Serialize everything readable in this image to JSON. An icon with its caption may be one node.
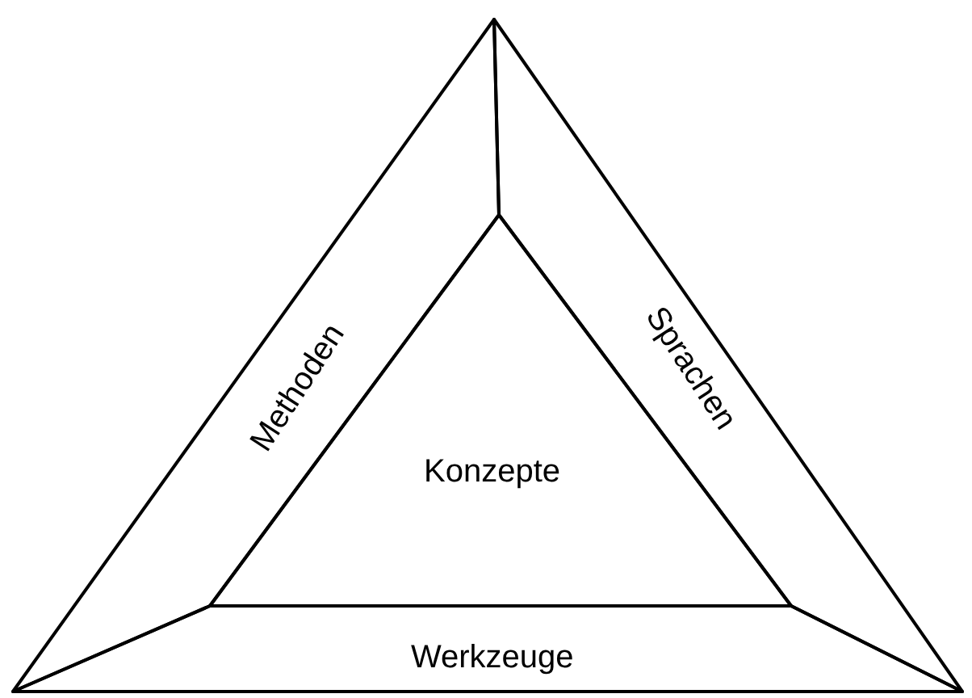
{
  "diagram": {
    "nodes": [
      {
        "text": [
          "Methoden"
        ]
      },
      {
        "text": [
          "Sprachen"
        ]
      },
      {
        "text": [
          "Werkzeuge"
        ]
      },
      {
        "text": [
          "Konzepte"
        ]
      }
    ]
  }
}
